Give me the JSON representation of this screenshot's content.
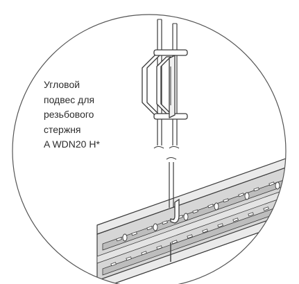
{
  "caption": {
    "lines": [
      "Угловой",
      "подвес для",
      "резьбового",
      "стержня",
      "A WDN20 H*"
    ]
  },
  "colors": {
    "circle_outline": "#555555",
    "line_art": "#3a3a3a",
    "rail_fill": "#d6d6d6",
    "rail_shade": "#bdbdbd",
    "rail_highlight": "#eaeaea",
    "text": "#2c2c2c"
  },
  "icons": {
    "illustration": "angle-hanger-on-threaded-rod-icon"
  }
}
